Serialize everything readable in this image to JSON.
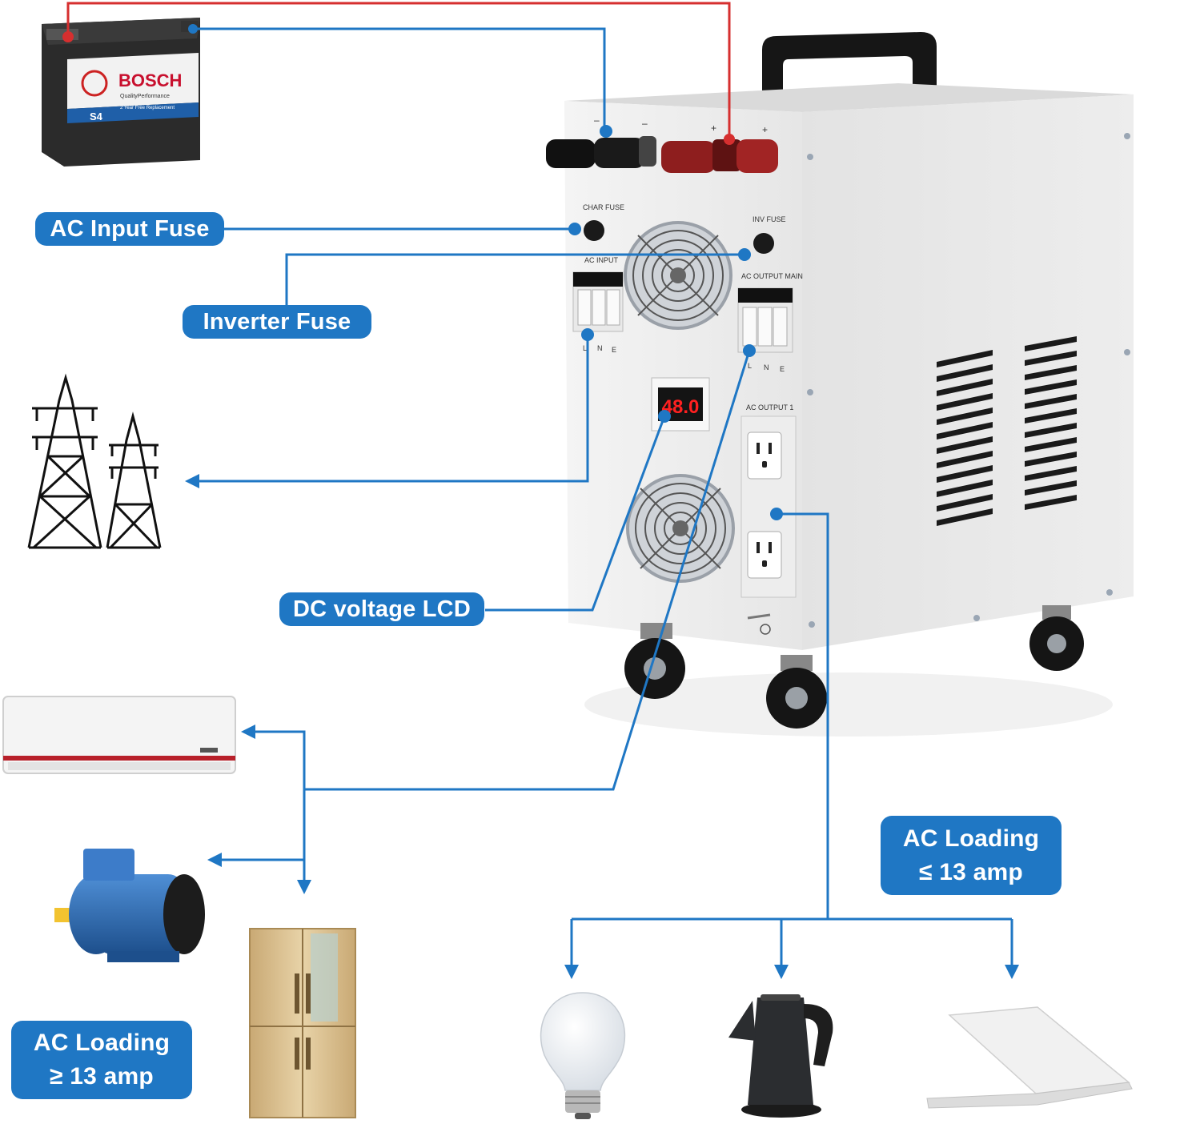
{
  "labels": {
    "ac_input_fuse": "AC Input Fuse",
    "inverter_fuse": "Inverter Fuse",
    "dc_voltage_lcd": "DC voltage LCD",
    "ac_loading_high_line1": "AC Loading",
    "ac_loading_high_line2": "≥ 13 amp",
    "ac_loading_low_line1": "AC Loading",
    "ac_loading_low_line2": "≤ 13 amp"
  },
  "battery": {
    "brand": "BOSCH",
    "quality": "QualityPerformance",
    "model": "S4",
    "replacement": "2 Year Free Replacement"
  },
  "inverter": {
    "terminal_minus_1": "–",
    "terminal_minus_2": "–",
    "terminal_plus_1": "+",
    "terminal_plus_2": "+",
    "char_fuse": "CHAR FUSE",
    "inv_fuse": "INV FUSE",
    "ac_input": "AC INPUT",
    "ac_output_main": "AC OUTPUT MAIN",
    "ac_output_1": "AC OUTPUT 1",
    "lne_l": "L",
    "lne_n": "N",
    "lne_e": "E",
    "lne2_l": "L",
    "lne2_n": "N",
    "lne2_e": "E",
    "lcd_reading": "48.0"
  },
  "icons": [
    "battery-icon",
    "inverter-icon",
    "power-tower-icon",
    "air-conditioner-icon",
    "electric-motor-icon",
    "refrigerator-icon",
    "light-bulb-icon",
    "kettle-icon",
    "laptop-icon"
  ],
  "colors": {
    "accent_blue": "#1f77c4",
    "wire_red": "#d62f2f",
    "lcd_red": "#ff2020"
  }
}
